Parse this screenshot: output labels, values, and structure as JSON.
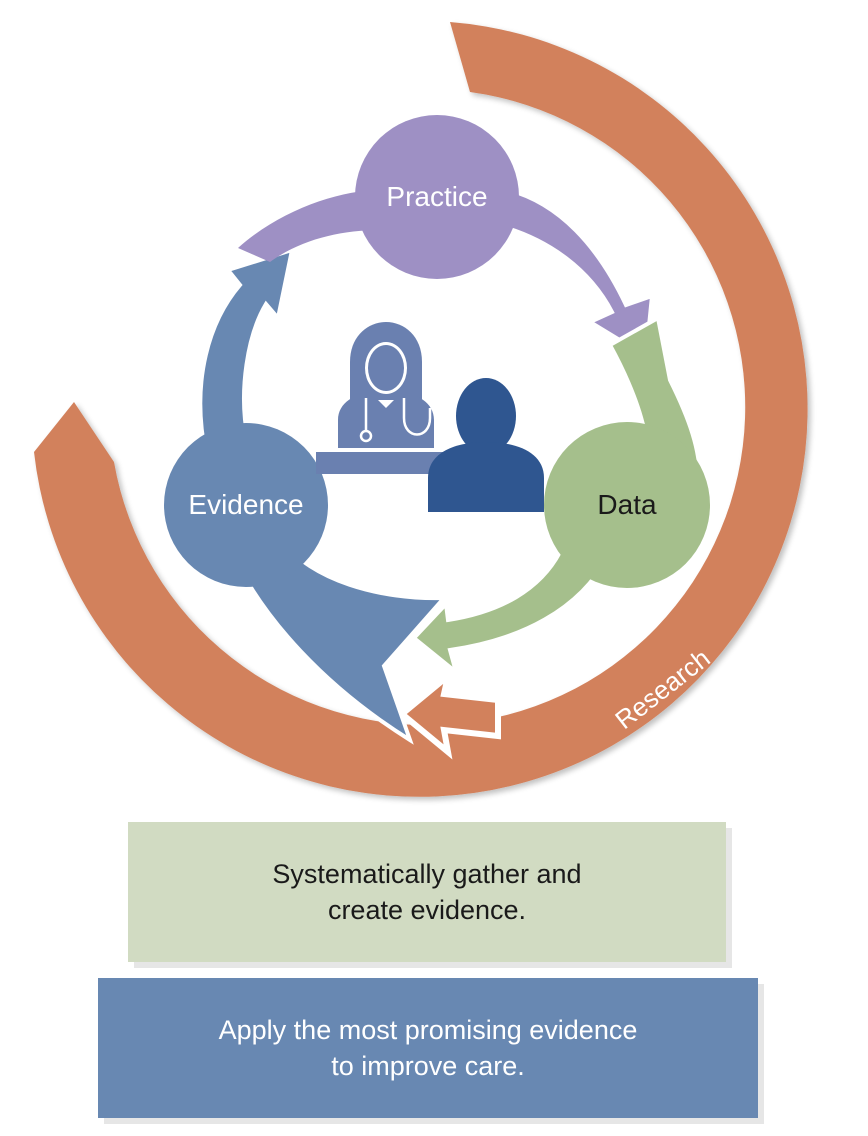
{
  "cycle": {
    "practice": "Practice",
    "data": "Data",
    "evidence": "Evidence",
    "research": "Research"
  },
  "boxes": {
    "gather_line1": "Systematically gather and",
    "gather_line2": "create evidence.",
    "apply_line1": "Apply the most promising evidence",
    "apply_line2": "to improve care."
  },
  "colors": {
    "research_ring": "#d2815c",
    "practice": "#9e90c4",
    "data": "#a5bf8c",
    "evidence": "#6888b2",
    "clinician": "#6a80b0",
    "patient": "#2f5690",
    "gather_box": "#d1dbc2",
    "apply_box": "#6888b2"
  },
  "icons": [
    "clinician-icon",
    "patient-icon",
    "stethoscope-icon"
  ]
}
